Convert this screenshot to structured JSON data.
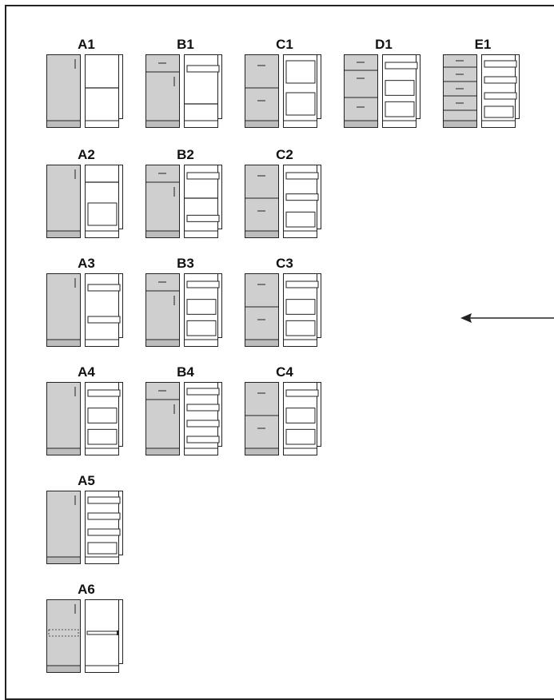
{
  "units": [
    {
      "label": "A1",
      "closed": [],
      "open": [
        {
          "k": "shelf"
        }
      ]
    },
    {
      "label": "B1",
      "closed": [
        {
          "k": "drawer",
          "tall": false
        }
      ],
      "open": [
        {
          "k": "tray"
        },
        {
          "k": "shelf"
        }
      ]
    },
    {
      "label": "C1",
      "closed": [
        {
          "k": "drawer2"
        }
      ],
      "open": [
        {
          "k": "bin"
        },
        {
          "k": "bin"
        }
      ]
    },
    {
      "label": "D1",
      "closed": [
        {
          "k": "drawer3"
        }
      ],
      "open": [
        {
          "k": "tray"
        },
        {
          "k": "bin"
        },
        {
          "k": "bin"
        }
      ]
    },
    {
      "label": "E1",
      "closed": [
        {
          "k": "drawer4"
        }
      ],
      "open": [
        {
          "k": "tray"
        },
        {
          "k": "tray"
        },
        {
          "k": "tray"
        },
        {
          "k": "bin"
        }
      ]
    },
    {
      "label": "A2",
      "closed": [],
      "open": [
        {
          "k": "shelf"
        },
        {
          "k": "bin"
        }
      ]
    },
    {
      "label": "B2",
      "closed": [
        {
          "k": "drawer",
          "tall": false
        }
      ],
      "open": [
        {
          "k": "tray"
        },
        {
          "k": "shelf"
        },
        {
          "k": "tray"
        }
      ]
    },
    {
      "label": "C2",
      "closed": [
        {
          "k": "drawer2"
        }
      ],
      "open": [
        {
          "k": "tray"
        },
        {
          "k": "tray"
        },
        {
          "k": "bin"
        }
      ]
    },
    {
      "label": "A3",
      "closed": [],
      "open": [
        {
          "k": "tray"
        },
        {
          "k": "tray"
        }
      ]
    },
    {
      "label": "B3",
      "closed": [
        {
          "k": "drawer",
          "tall": false
        }
      ],
      "open": [
        {
          "k": "tray"
        },
        {
          "k": "bin"
        },
        {
          "k": "bin"
        }
      ]
    },
    {
      "label": "C3",
      "closed": [
        {
          "k": "drawer2"
        }
      ],
      "open": [
        {
          "k": "tray"
        },
        {
          "k": "bin"
        },
        {
          "k": "bin"
        }
      ]
    },
    {
      "label": "A4",
      "closed": [],
      "open": [
        {
          "k": "tray"
        },
        {
          "k": "bin"
        },
        {
          "k": "bin"
        }
      ]
    },
    {
      "label": "B4",
      "closed": [
        {
          "k": "drawer",
          "tall": false
        }
      ],
      "open": [
        {
          "k": "tray"
        },
        {
          "k": "tray"
        },
        {
          "k": "tray"
        },
        {
          "k": "tray"
        }
      ]
    },
    {
      "label": "C4",
      "closed": [
        {
          "k": "drawer2"
        }
      ],
      "open": [
        {
          "k": "tray"
        },
        {
          "k": "bin"
        },
        {
          "k": "bin"
        }
      ]
    },
    {
      "label": "A5",
      "closed": [],
      "open": [
        {
          "k": "tray"
        },
        {
          "k": "tray"
        },
        {
          "k": "tray"
        },
        {
          "k": "bin"
        }
      ]
    },
    {
      "label": "A6",
      "closed": [
        {
          "k": "dotted"
        }
      ],
      "open": [
        {
          "k": "shelfdark"
        }
      ]
    }
  ],
  "colors": {
    "closed": "#cfcfcf",
    "base": "#bdbdbd",
    "line": "#222222",
    "open": "#ffffff"
  },
  "arrow": {
    "direction": "left"
  }
}
